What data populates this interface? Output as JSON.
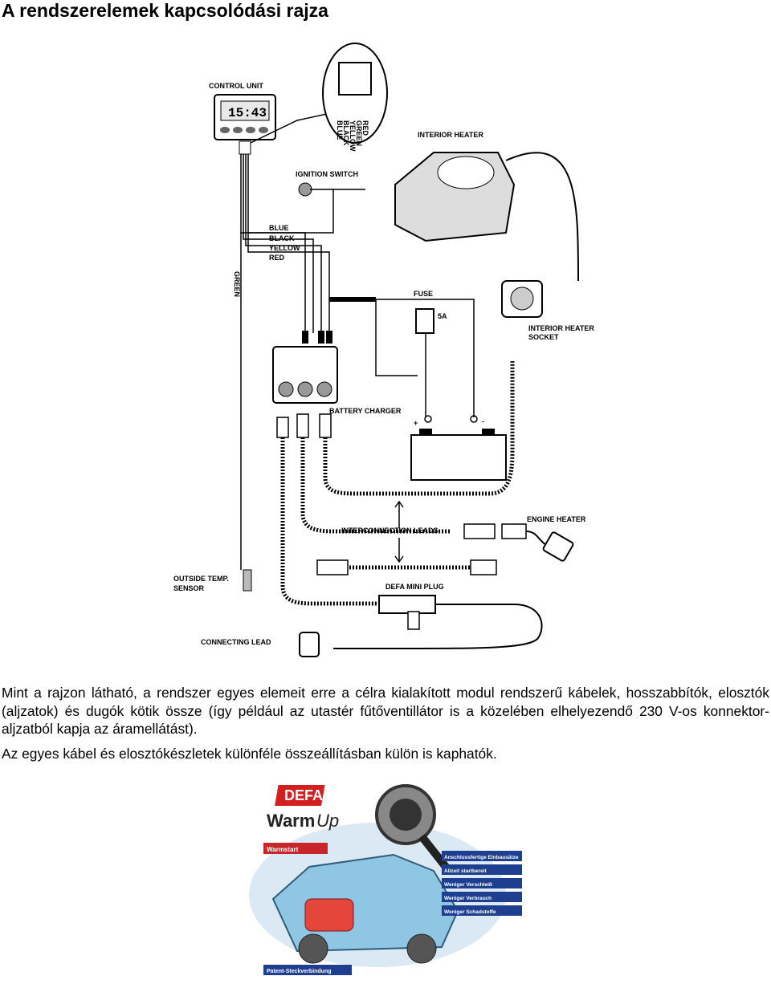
{
  "title": "A rendszerelemek kapcsolódási rajza",
  "diagram": {
    "labels": {
      "control_unit": "CONTROL UNIT",
      "display": "15:43",
      "interior_heater": "INTERIOR HEATER",
      "ignition_switch": "IGNITION SWITCH",
      "blue": "BLUE",
      "black": "BLACK",
      "yellow": "YELLOW",
      "red": "RED",
      "green": "GREEN",
      "fuse": "FUSE",
      "fuse_rating": "5A",
      "interior_heater_socket_1": "INTERIOR HEATER",
      "interior_heater_socket_2": "SOCKET",
      "battery_charger": "BATTERY CHARGER",
      "plus": "+",
      "minus": "-",
      "engine_heater": "ENGINE HEATER",
      "interconnection_leads": "INTERCONNECTION LEADS",
      "outside_temp_1": "OUTSIDE TEMP.",
      "outside_temp_2": "SENSOR",
      "defa_mini_plug": "DEFA MINI PLUG",
      "connecting_lead": "CONNECTING LEAD"
    },
    "inset_wire_labels": [
      "RED",
      "GREEN",
      "YELLOW",
      "BLACK",
      "BLUE"
    ]
  },
  "paragraph1": "Mint a rajzon látható, a rendszer egyes elemeit erre a célra kialakított modul rendszerű kábelek, hosszabbítók, elosztók (aljzatok) és dugók kötik össze (így például az utastér fűtőventillátor is a közelében elhelyezendő 230 V-os konnektor-aljzatból kapja az áramellátást).",
  "paragraph2": "Az egyes kábel és elosztókészletek különféle összeállításban külön is kaphatók.",
  "promo": {
    "brand": "DEFA",
    "product_a": "Warm",
    "product_b": "Up",
    "banner": "Warmstart",
    "bullets": [
      "Anschlussfertige Einbausätze",
      "Allzeit startbereit",
      "Weniger Verschleiß",
      "Weniger Verbrauch",
      "Weniger Schadstoffe"
    ],
    "footer": "Patent-Steckverbindung"
  }
}
